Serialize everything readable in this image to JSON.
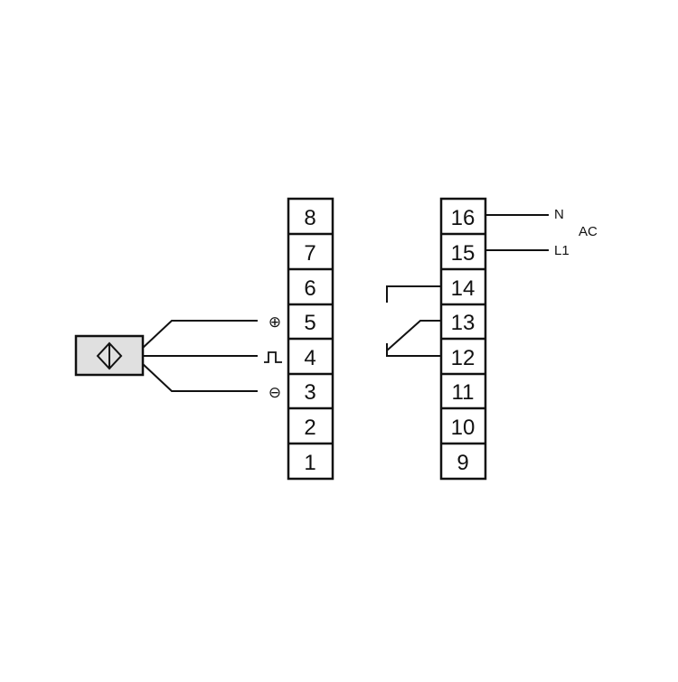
{
  "left_block": {
    "terminals": [
      "8",
      "7",
      "6",
      "5",
      "4",
      "3",
      "2",
      "1"
    ]
  },
  "right_block": {
    "terminals": [
      "16",
      "15",
      "14",
      "13",
      "12",
      "11",
      "10",
      "9"
    ]
  },
  "sensor": {
    "icon": "inductive-sensor-diamond-icon"
  },
  "symbols": {
    "plus": "⊕",
    "minus": "⊖",
    "pulse_icon": "pulse-signal-icon"
  },
  "supply": {
    "n_label": "N",
    "l1_label": "L1",
    "ac_label": "AC"
  },
  "colors": {
    "line": "#111111",
    "sensor_fill": "#e0e0e0"
  }
}
